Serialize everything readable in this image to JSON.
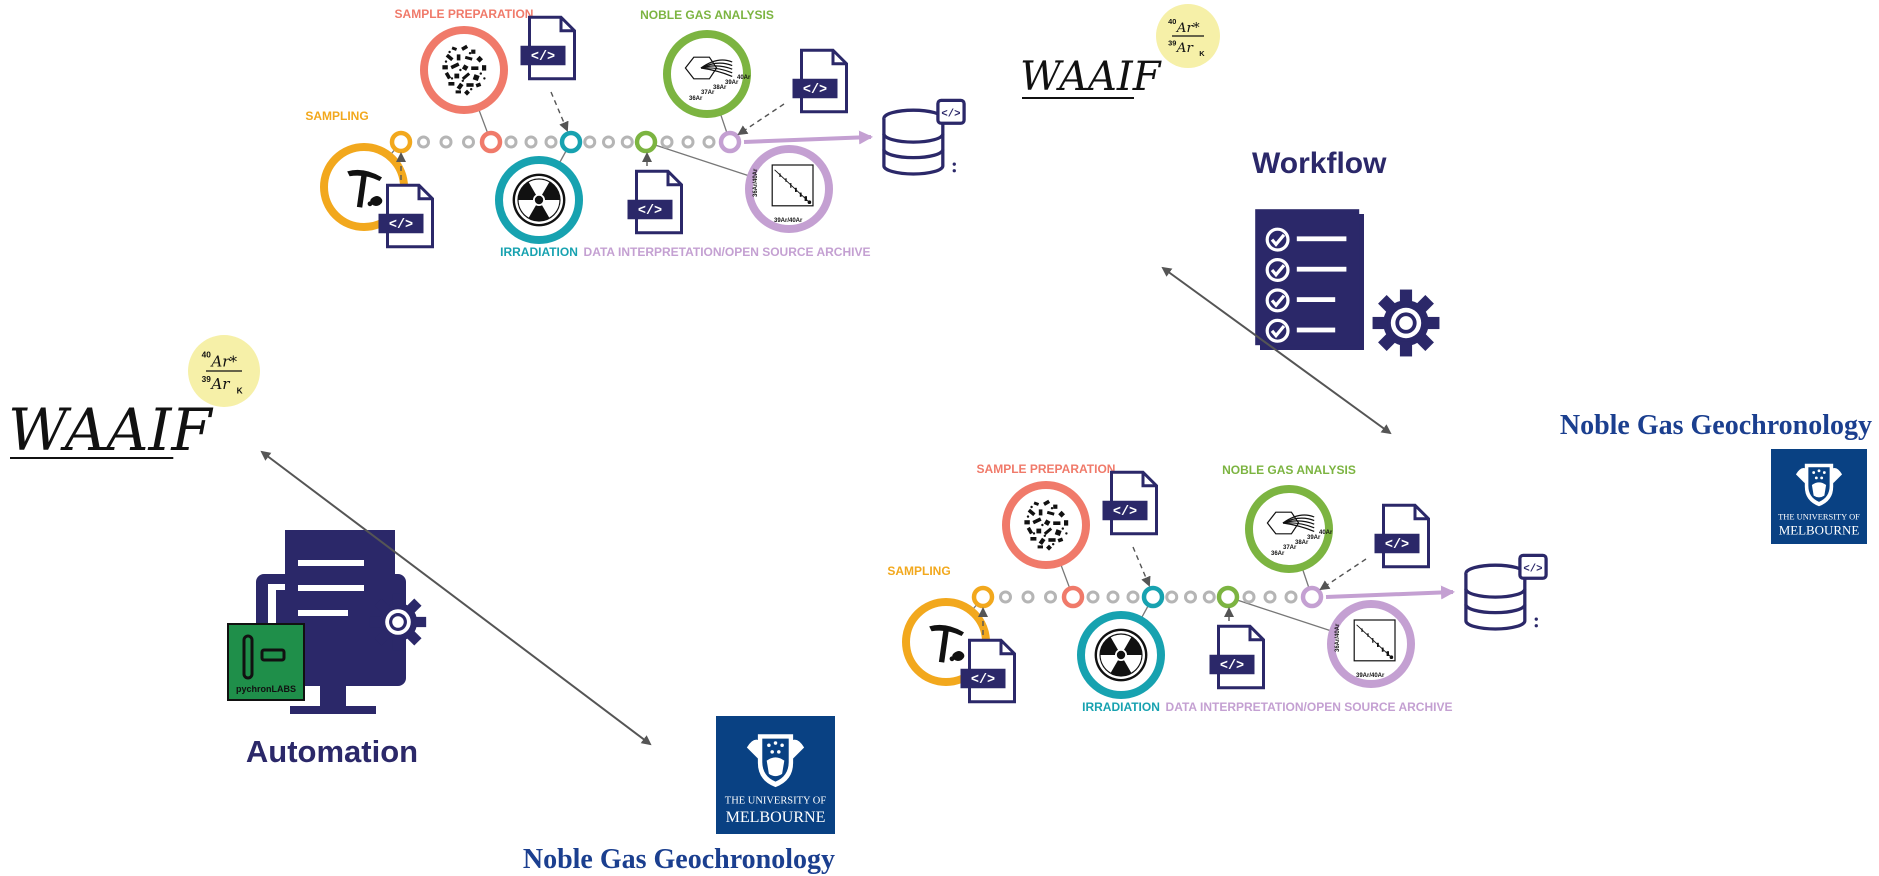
{
  "stages": {
    "sampling": "SAMPLING",
    "sample_preparation": "SAMPLE PREPARATION",
    "irradiation": "IRRADIATION",
    "noble_gas_analysis": "NOBLE GAS ANALYSIS",
    "data_interpretation": "DATA INTERPRETATION/OPEN SOURCE ARCHIVE"
  },
  "waaif": {
    "name": "WAAIF",
    "badge_top_sup": "40",
    "badge_top": "Ar*",
    "badge_bottom_sup": "39",
    "badge_bottom": "Ar",
    "badge_bottom_sub": "K"
  },
  "workflow": {
    "title": "Workflow"
  },
  "automation": {
    "title": "Automation",
    "logo_text": "pychronLABS"
  },
  "affiliation": {
    "group": "Noble Gas Geochronology",
    "university_line1": "THE UNIVERSITY OF",
    "university_line2": "MELBOURNE"
  },
  "plot_labels": {
    "y_axis": "36Ar/40Ar",
    "x_axis": "39Ar/40Ar",
    "isotopes": [
      "36Ar",
      "37Ar",
      "38Ar",
      "39Ar",
      "40Ar"
    ]
  },
  "code_icon_text": "</>",
  "colors": {
    "navy": "#2b2869",
    "sampling": "#f2a81d",
    "preparation": "#f07a6a",
    "irradiation": "#17a2b0",
    "noble_gas": "#7cb441",
    "interpretation": "#c4a0d2",
    "badge": "#f6f0a8",
    "melbourne": "#094183",
    "ngg_text": "#1b3f8f",
    "pychron": "#1f8f4a"
  }
}
